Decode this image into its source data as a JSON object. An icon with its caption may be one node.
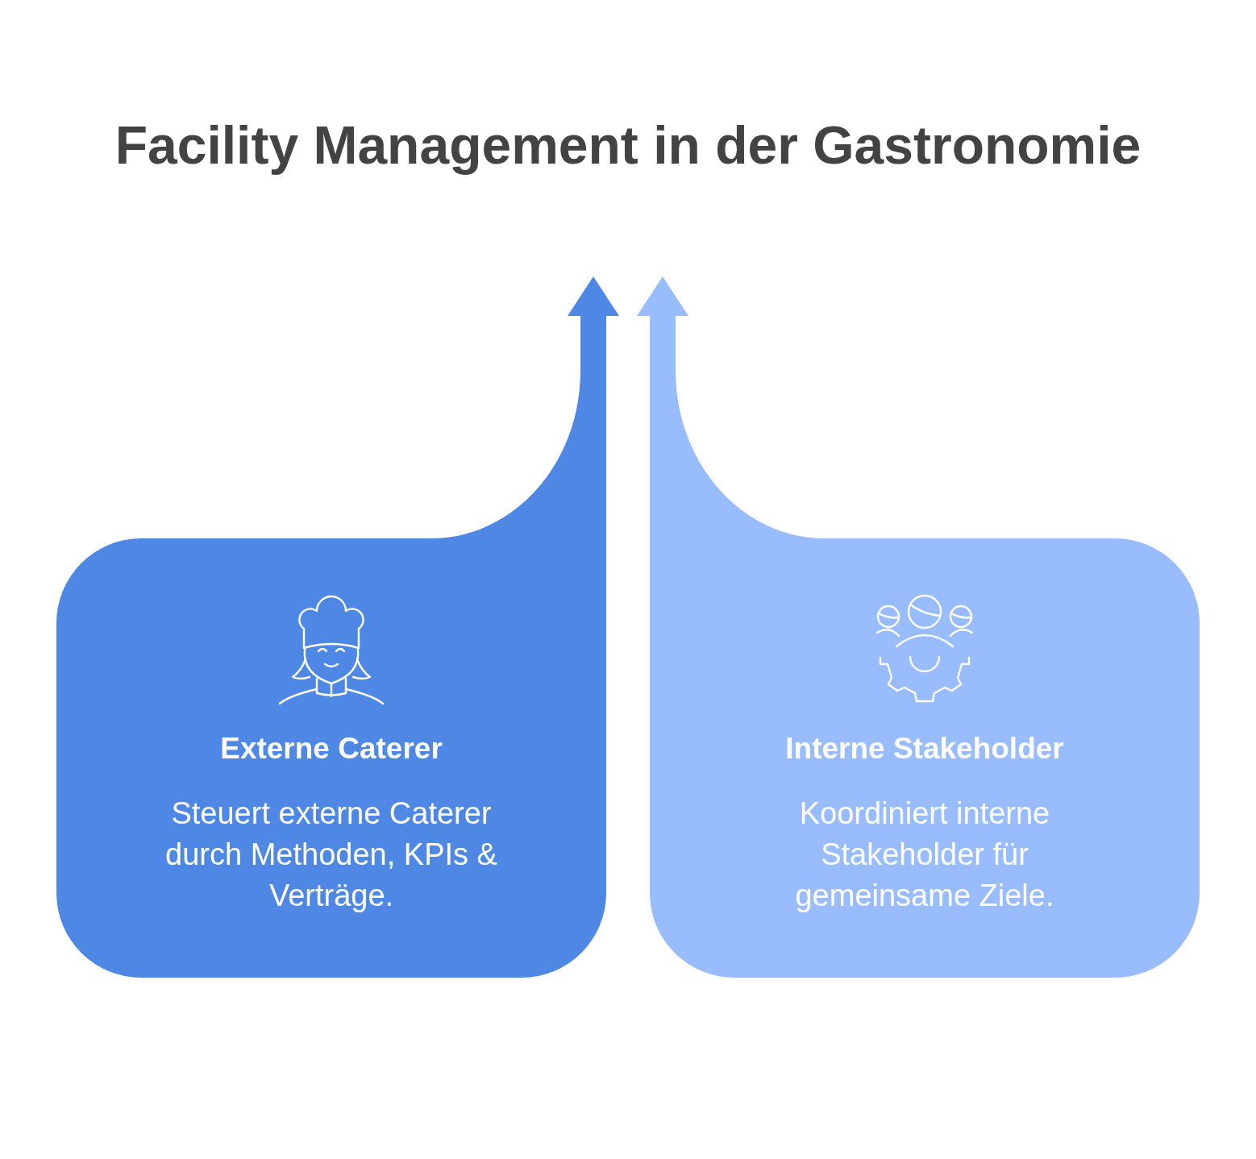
{
  "diagram": {
    "title": "Facility Management in der Gastronomie",
    "nodes": [
      {
        "text": [
          "Externe Caterer",
          "Steuert externe Caterer durch Methoden, KPIs & Verträge."
        ]
      },
      {
        "text": [
          "Interne Stakeholder",
          "Koordiniert interne Stakeholder für gemeinsame Ziele."
        ]
      }
    ],
    "edges": [
      {
        "from": 0,
        "to": null,
        "arrow": "to",
        "color": "#4f88e4"
      },
      {
        "from": 1,
        "to": null,
        "arrow": "to",
        "color": "#98bcfd"
      }
    ]
  }
}
